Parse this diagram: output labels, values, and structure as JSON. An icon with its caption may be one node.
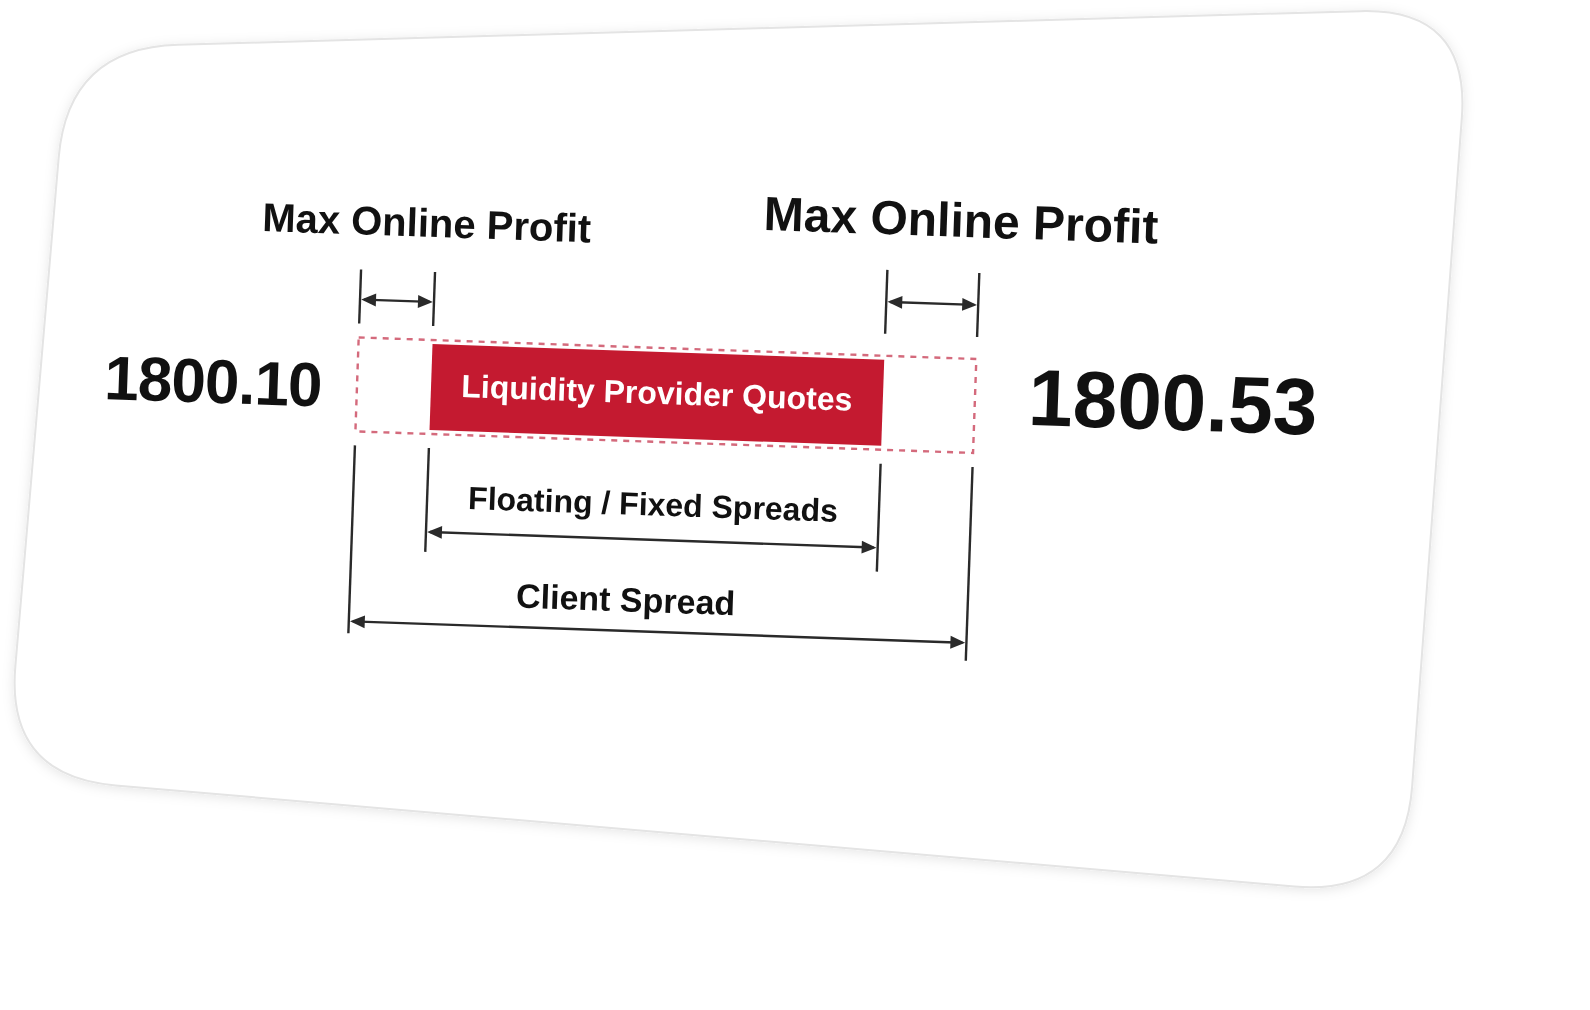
{
  "diagram": {
    "nodes": [
      {
        "text": [
          "Liquidity Provider Quotes"
        ]
      }
    ],
    "labels": [
      "Max Online Profit",
      "Max Online Profit",
      "1800.10",
      "1800.53",
      "Floating / Fixed Spreads",
      "Client Spread"
    ]
  }
}
